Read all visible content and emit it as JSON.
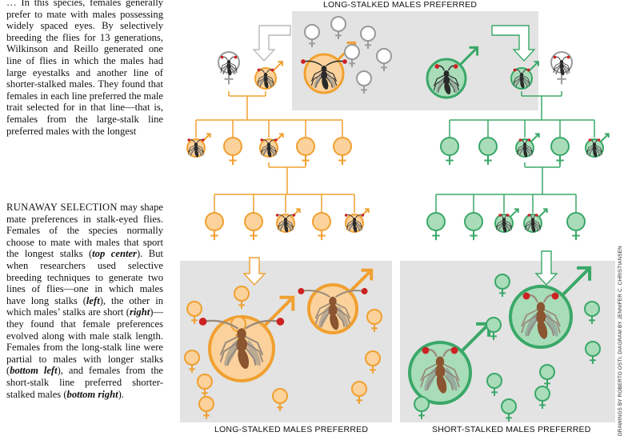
{
  "text": {
    "para1": "… In this species, females generally prefer to mate with males possessing widely spaced eyes. By selectively breeding the flies for 13 generations, Wilkinson and Reillo generated one line of flies in which the males had large eyestalks and another line of shorter-stalked males. They found that females in each line preferred the male trait selected for in that line—that is, females from the large-stalk line preferred males with the longest",
    "caption_lead": "RUNAWAY SELECTION",
    "caption_a": " may shape mate preferences in stalk-eyed flies. Females of the species normally choose to mate with males that sport the longest stalks (",
    "caption_b": "top center",
    "caption_c": "). But when researchers used selective breeding techniques to generate two lines of flies—one in which males have long stalks (",
    "caption_d": "left",
    "caption_e": "), the other in which males’ stalks are short (",
    "caption_f": "right",
    "caption_g": ")—they found that female preferences evolved along with male stalk length. Females from the long-stalk line were partial to males with longer stalks (",
    "caption_h": "bottom left",
    "caption_i": "), and females from the short-stalk line preferred shorter-stalked males (",
    "caption_j": "bottom right",
    "caption_k": ")."
  },
  "labels": {
    "top": "LONG-STALKED MALES PREFERRED",
    "bottom_left": "LONG-STALKED MALES PREFERRED",
    "bottom_right": "SHORT-STALKED MALES PREFERRED"
  },
  "credit": "DRAWINGS BY ROBERTO OSTI; DIAGRAM BY JENNIFER C. CHRISTIANSEN",
  "colors": {
    "orange": "#f0a030",
    "orange_fill": "#fbd29c",
    "green": "#3aa868",
    "green_fill": "#a9dcb9",
    "gray_symbol": "#9a9a9a",
    "panel": "#e3e3e3",
    "fly": "#2a2a2a",
    "eye": "#cc2222"
  }
}
